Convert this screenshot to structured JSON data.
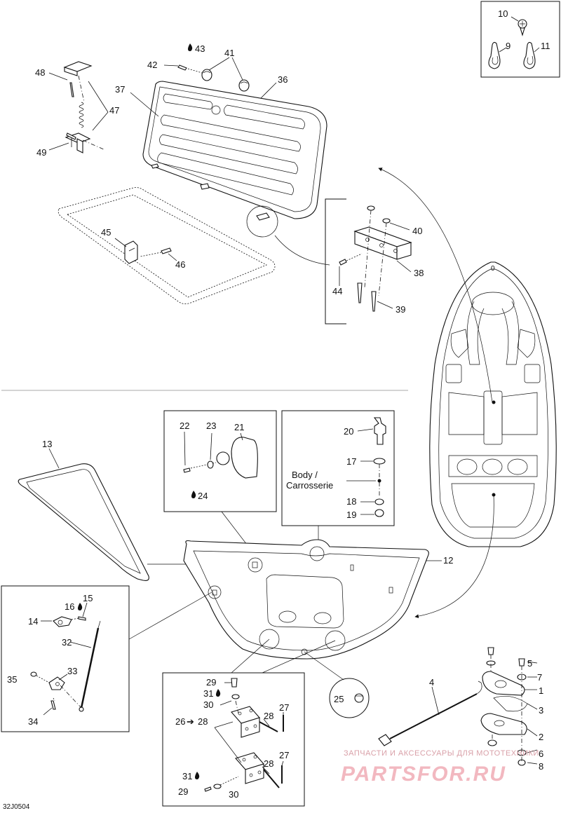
{
  "diagram_id": "32J0504",
  "callouts": {
    "c1": "1",
    "c2": "2",
    "c3": "3",
    "c4": "4",
    "c5": "5",
    "c6": "6",
    "c7": "7",
    "c8": "8",
    "c9": "9",
    "c10": "10",
    "c11": "11",
    "c12": "12",
    "c13": "13",
    "c14": "14",
    "c15": "15",
    "c16": "16",
    "c17": "17",
    "c18": "18",
    "c19": "19",
    "c20": "20",
    "c21": "21",
    "c22": "22",
    "c23": "23",
    "c24": "24",
    "c25": "25",
    "c26": "26",
    "c27a": "27",
    "c27b": "27",
    "c28a": "28",
    "c28b": "28",
    "c28c": "28",
    "c29a": "29",
    "c29b": "29",
    "c30a": "30",
    "c30b": "30",
    "c31a": "31",
    "c31b": "31",
    "c32": "32",
    "c33": "33",
    "c34": "34",
    "c35": "35",
    "c36": "36",
    "c37": "37",
    "c38": "38",
    "c39": "39",
    "c40": "40",
    "c41": "41",
    "c42": "42",
    "c43": "43",
    "c44": "44",
    "c45": "45",
    "c46": "46",
    "c47": "47",
    "c48": "48",
    "c49": "49"
  },
  "body_label": "Body /",
  "body_label_fr": "Carrosserie",
  "arrow_glyph": "➔",
  "watermark": {
    "line1": "ЗАПЧАСТИ И АКСЕССУАРЫ ДЛЯ МОТОТЕХНИКИ",
    "line2": "PARTSFOR.RU"
  }
}
